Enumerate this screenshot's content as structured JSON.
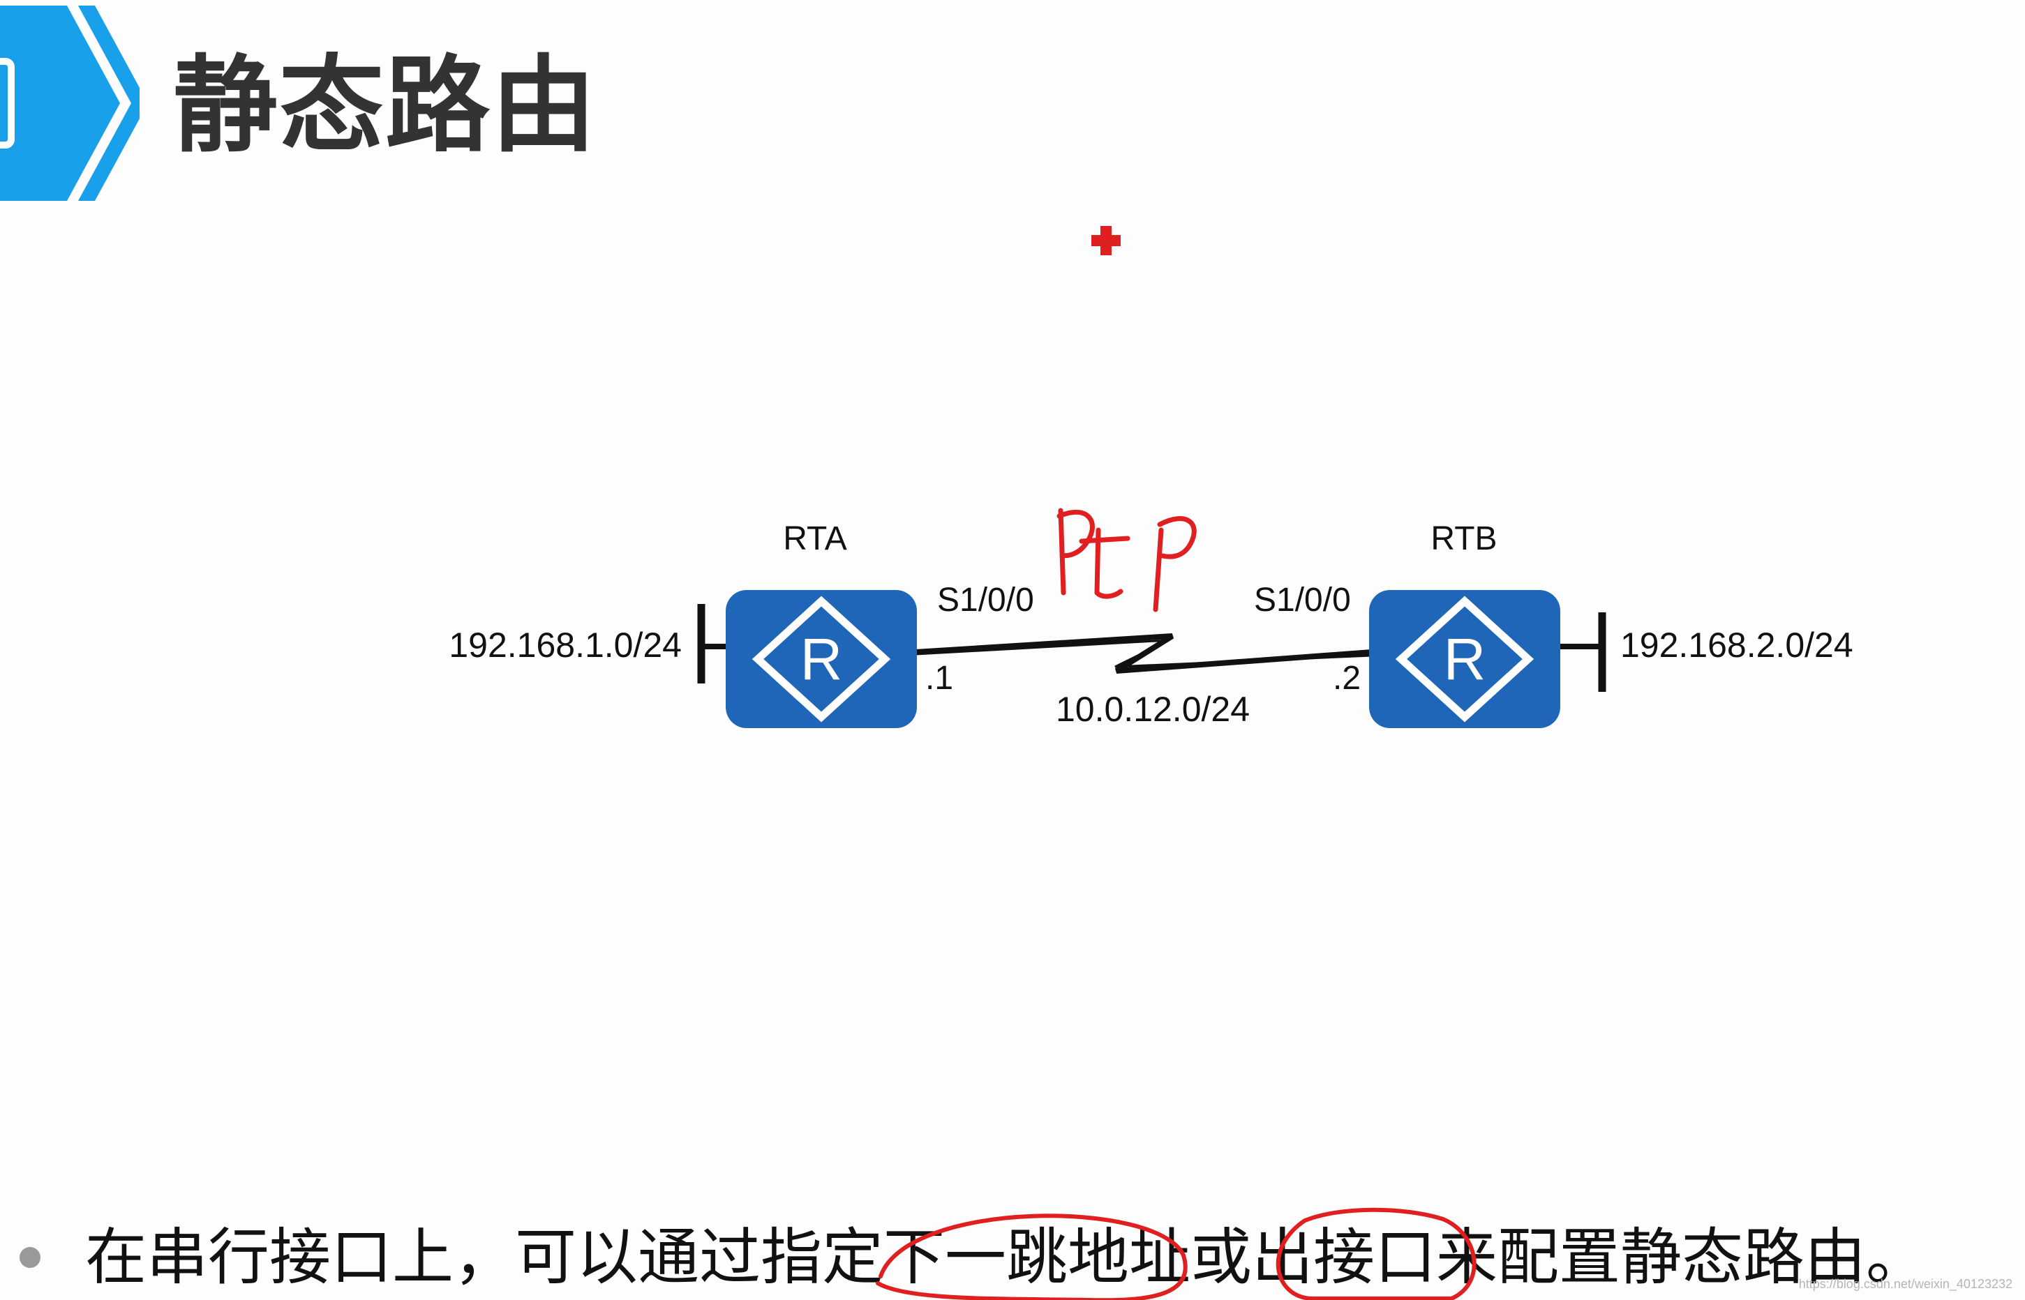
{
  "slide": {
    "title": "静态路由",
    "bullet": "在串行接口上，可以通过指定下一跳地址或出接口来配置静态路由。",
    "watermark": "https://blog.csdn.net/weixin_40123232"
  },
  "diagram": {
    "routers": [
      {
        "name": "RTA",
        "icon_letter": "R"
      },
      {
        "name": "RTB",
        "icon_letter": "R"
      }
    ],
    "interfaces": {
      "rta": "S1/0/0",
      "rtb": "S1/0/0"
    },
    "hosts": {
      "rta": ".1",
      "rtb": ".2"
    },
    "networks": {
      "left": "192.168.1.0/24",
      "link": "10.0.12.0/24",
      "right": "192.168.2.0/24"
    }
  },
  "annotation": {
    "handwriting": "PtP",
    "ink_color": "#e02020"
  },
  "colors": {
    "accent": "#1a9be6",
    "router": "#1f66b8"
  }
}
